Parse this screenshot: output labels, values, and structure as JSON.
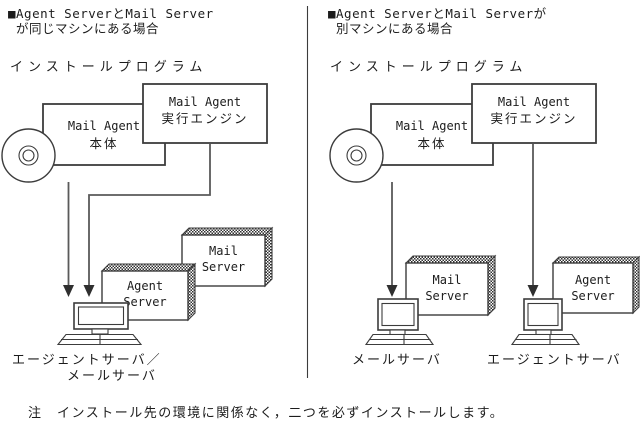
{
  "colors": {
    "ink": "#1c1c1c",
    "frame": "#3c3c3c",
    "wire": "#5a5a5a",
    "background": "#ffffff"
  },
  "left": {
    "heading1": "■Agent ServerとMail Server",
    "heading2": "が同じマシンにある場合",
    "program_label": "インストールプログラム",
    "installer_main": {
      "line1": "Mail Agent",
      "line2": "本体"
    },
    "installer_engine": {
      "line1": "Mail Agent",
      "line2": "実行エンジン"
    },
    "server_back": {
      "line1": "Mail",
      "line2": "Server"
    },
    "server_front": {
      "line1": "Agent",
      "line2": "Server"
    },
    "machine_label1": "エージェントサーバ／",
    "machine_label2": "メールサーバ"
  },
  "right": {
    "heading1": "■Agent ServerとMail Serverが",
    "heading2": "別マシンにある場合",
    "program_label": "インストールプログラム",
    "installer_main": {
      "line1": "Mail Agent",
      "line2": "本体"
    },
    "installer_engine": {
      "line1": "Mail Agent",
      "line2": "実行エンジン"
    },
    "mail_server": {
      "line1": "Mail",
      "line2": "Server"
    },
    "agent_server": {
      "line1": "Agent",
      "line2": "Server"
    },
    "mail_machine_label": "メールサーバ",
    "agent_machine_label": "エージェントサーバ"
  },
  "note": "注　インストール先の環境に関係なく，二つを必ずインストールします。"
}
